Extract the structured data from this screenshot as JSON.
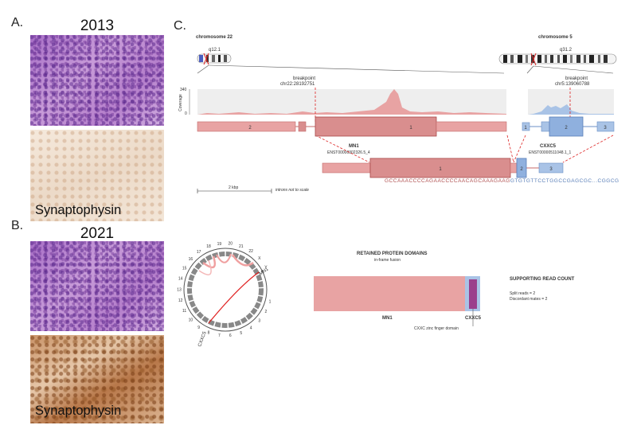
{
  "panels": {
    "a": {
      "letter": "A.",
      "year": "2013",
      "stain": "Synaptophysin"
    },
    "b": {
      "letter": "B.",
      "year": "2021",
      "stain": "Synaptophysin"
    },
    "c": {
      "letter": "C."
    }
  },
  "genome": {
    "chrA": {
      "name": "chromosome 22",
      "band": "q12.1"
    },
    "chrB": {
      "name": "chromosome 5",
      "band": "q31.2"
    },
    "coverage_label": "Coverage",
    "coverage_max": "340",
    "coverage_min": "0",
    "bp_left": {
      "title": "breakpoint",
      "pos": "chr22:28192751"
    },
    "bp_right": {
      "title": "breakpoint",
      "pos": "chr5:139060788"
    },
    "gene_left": {
      "name": "MN1",
      "transcript": "ENST00000302326.5_4"
    },
    "gene_right": {
      "name": "CXXC5",
      "transcript": "ENST00000511048.1_1"
    },
    "exons_left": [
      "2",
      "1"
    ],
    "exons_right": [
      "1",
      "2",
      "3"
    ],
    "fusion_exons": [
      "1",
      "2",
      "3"
    ],
    "seq_left": "GCCAAACCCCAGAACCCCAACAGCAAAGAAG",
    "seq_right": "GTGTGTTCCTGGCCGAGCGC...CGGCG",
    "scale": "2 kbp",
    "introns_note": "introns not to scale",
    "colors": {
      "mn1": "#e8a3a3",
      "mn1_dark": "#c46a6a",
      "cxxc5": "#a9c3e6",
      "cxxc5_dark": "#6b8fc7",
      "seq_left": "#b05050",
      "seq_right": "#5a7fb8",
      "coverage_bg": "#eeeeee"
    }
  },
  "circos": {
    "labels": [
      "1",
      "2",
      "3",
      "4",
      "5",
      "6",
      "7",
      "8",
      "9",
      "10",
      "11",
      "12",
      "13",
      "14",
      "15",
      "16",
      "17",
      "18",
      "19",
      "20",
      "21",
      "22",
      "X",
      "Y"
    ],
    "gene_left": "MN1",
    "gene_right": "CXXC5"
  },
  "domains": {
    "title": "RETAINED PROTEIN DOMAINS",
    "subtitle": "in-frame fusion",
    "gene_left": "MN1",
    "gene_right": "CXXC5",
    "domain_label": "CXXC zinc finger domain",
    "colors": {
      "mn1": "#e8a3a3",
      "cxxc5": "#a9c3e6",
      "domain": "#9b3f8c"
    }
  },
  "reads": {
    "title": "SUPPORTING READ COUNT",
    "split": "Split reads = 2",
    "discordant": "Discordant mates = 2"
  }
}
